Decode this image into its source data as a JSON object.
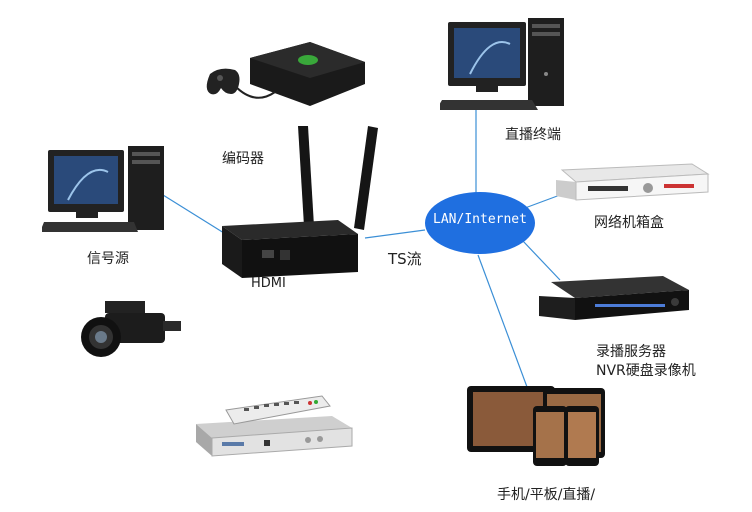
{
  "labels": {
    "encoder": "编码器",
    "signal_source": "信号源",
    "hdmi": "HDMI",
    "ts_stream": "TS流",
    "lan": "LAN/Internet",
    "live_terminal": "直播终端",
    "set_top_box": "网络机箱盒",
    "recording_server_line1": "录播服务器",
    "recording_server_line2": "NVR硬盘录像机",
    "mobile": "手机/平板/直播/"
  },
  "colors": {
    "connector": "#3b8fd6",
    "lan_ellipse": "#1f6fe0",
    "lan_text": "#ffffff",
    "device_dark": "#1c1c1c",
    "monitor_screen": "#2a4a7a",
    "antenna": "#151515"
  },
  "icons": {
    "encoder": "encoder-router-icon",
    "xbox": "game-console-icon",
    "pc_left": "desktop-computer-icon",
    "pc_top": "desktop-computer-icon",
    "camcorder": "camcorder-icon",
    "satellite_box": "satellite-receiver-icon",
    "dvd": "set-top-box-icon",
    "nvr": "nvr-recorder-icon",
    "tablets": "tablet-phone-icon"
  }
}
